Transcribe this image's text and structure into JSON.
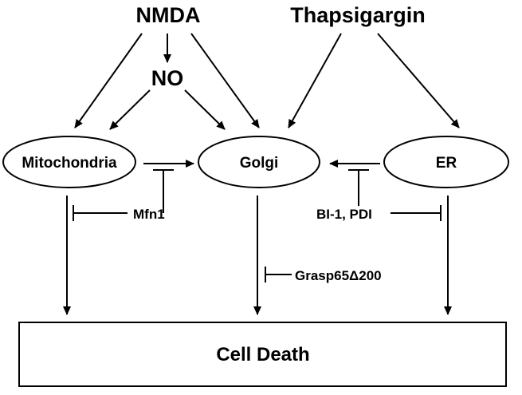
{
  "nodes": {
    "nmda": "NMDA",
    "thapsigargin": "Thapsigargin",
    "no": "NO",
    "mitochondria": "Mitochondria",
    "golgi": "Golgi",
    "er": "ER",
    "cell_death": "Cell Death"
  },
  "inhibitors": {
    "mfn1": "Mfn1",
    "bi1_pdi": "BI-1, PDI",
    "grasp65": "Grasp65Δ200"
  },
  "edges": [
    {
      "from": "nmda",
      "to": "no",
      "type": "activates"
    },
    {
      "from": "nmda",
      "to": "mitochondria",
      "type": "activates"
    },
    {
      "from": "nmda",
      "to": "golgi",
      "type": "activates"
    },
    {
      "from": "no",
      "to": "mitochondria",
      "type": "activates"
    },
    {
      "from": "no",
      "to": "golgi",
      "type": "activates"
    },
    {
      "from": "thapsigargin",
      "to": "golgi",
      "type": "activates"
    },
    {
      "from": "thapsigargin",
      "to": "er",
      "type": "activates"
    },
    {
      "from": "mitochondria",
      "to": "golgi",
      "type": "activates"
    },
    {
      "from": "er",
      "to": "golgi",
      "type": "activates"
    },
    {
      "from": "mitochondria",
      "to": "cell_death",
      "type": "activates"
    },
    {
      "from": "golgi",
      "to": "cell_death",
      "type": "activates"
    },
    {
      "from": "er",
      "to": "cell_death",
      "type": "activates"
    },
    {
      "from": "mfn1",
      "to": "mitochondria->golgi",
      "type": "inhibits"
    },
    {
      "from": "mfn1",
      "to": "mitochondria->cell_death",
      "type": "inhibits"
    },
    {
      "from": "bi1_pdi",
      "to": "er->golgi",
      "type": "inhibits"
    },
    {
      "from": "bi1_pdi",
      "to": "er->cell_death",
      "type": "inhibits"
    },
    {
      "from": "grasp65",
      "to": "golgi->cell_death",
      "type": "inhibits"
    }
  ]
}
